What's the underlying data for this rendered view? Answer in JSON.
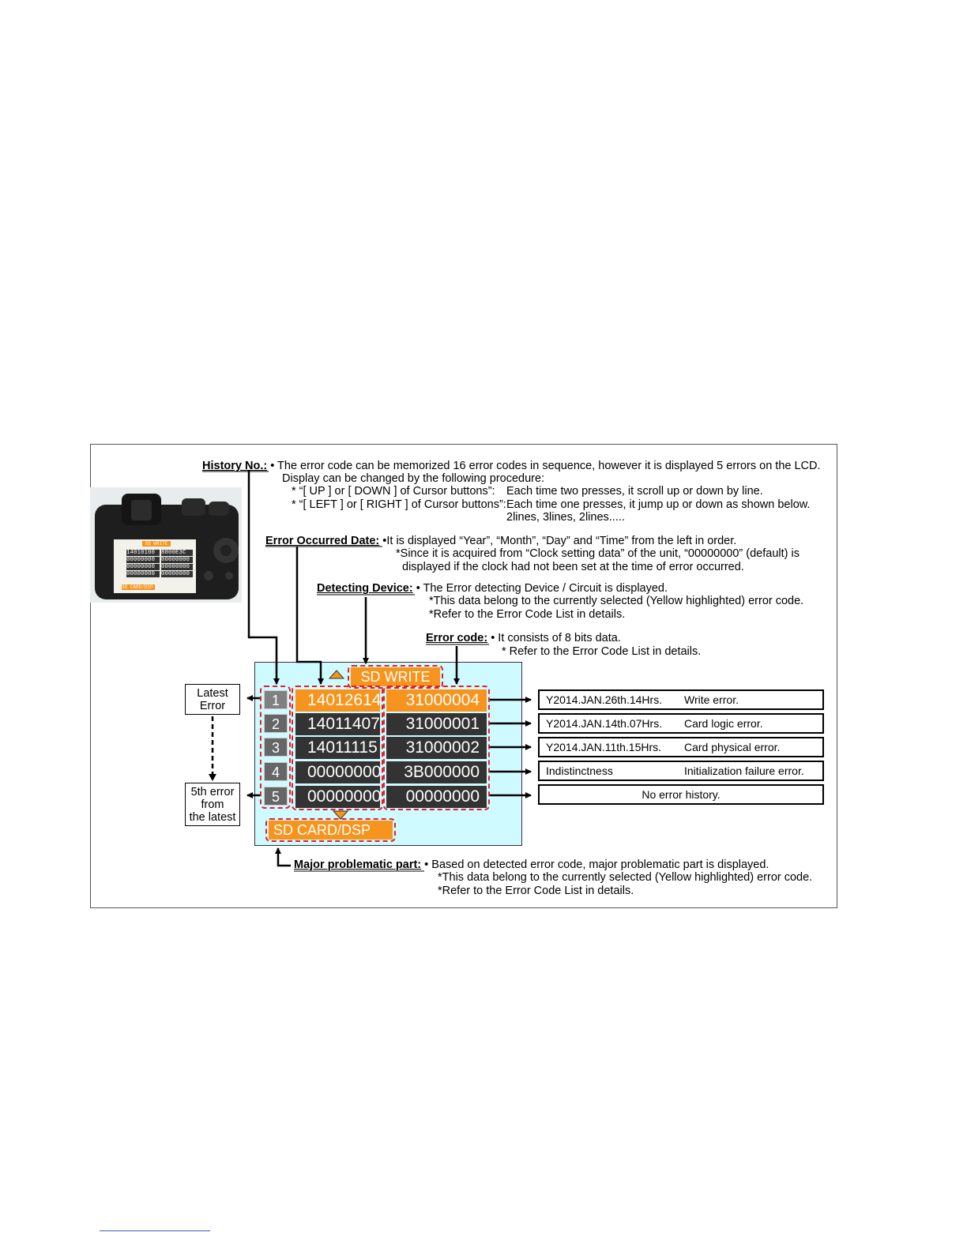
{
  "history": {
    "heading": "History No.:",
    "line1": "• The error code can be memorized 16 error codes in sequence, however it is displayed 5 errors on the LCD.",
    "line2": "Display can be changed by the following procedure:",
    "line3a": "* “[ UP ] or [ DOWN ] of Cursor buttons”:",
    "line3b": "Each time two presses, it scroll up or down by line.",
    "line4a": "* “[ LEFT ] or [ RIGHT ] of Cursor buttons”:",
    "line4b": "Each time one presses, it jump up or down as shown below.",
    "line5": "2lines, 3lines, 2lines....."
  },
  "date": {
    "heading": "Error Occurred Date:",
    "line1": "•It is displayed “Year”, “Month”, “Day” and “Time” from the left in order.",
    "line2": "*Since it is acquired from “Clock setting data” of the unit, “00000000” (default) is",
    "line3": "displayed if the clock had not been set at the time of error occurred."
  },
  "device": {
    "heading": "Detecting Device:",
    "line1": "• The Error detecting Device / Circuit is displayed.",
    "line2": "*This data belong to the currently selected (Yellow highlighted) error code.",
    "line3": "*Refer to the Error Code List in details."
  },
  "code": {
    "heading": "Error code:",
    "line1": "• It consists of 8 bits data.",
    "line2": "* Refer to the Error Code List in details."
  },
  "major": {
    "heading": "Major problematic part:",
    "line1": "• Based on detected error code, major problematic part is displayed.",
    "line2": "*This data belong to the currently selected (Yellow highlighted) error code.",
    "line3": "*Refer to the Error Code List in details."
  },
  "screen": {
    "device_label": "SD WRITE",
    "part_label": "SD CARD/DSP",
    "rows": [
      {
        "no": "1",
        "date": "14012614",
        "code": "31000004"
      },
      {
        "no": "2",
        "date": "14011407",
        "code": "31000001"
      },
      {
        "no": "3",
        "date": "14011115",
        "code": "31000002"
      },
      {
        "no": "4",
        "date": "00000000",
        "code": "3B000000"
      },
      {
        "no": "5",
        "date": "00000000",
        "code": "00000000"
      }
    ]
  },
  "info": [
    {
      "left": "Y2014.JAN.26th.14Hrs.",
      "right": "Write error."
    },
    {
      "left": "Y2014.JAN.14th.07Hrs.",
      "right": "Card logic error."
    },
    {
      "left": "Y2014.JAN.11th.15Hrs.",
      "right": "Card physical error."
    },
    {
      "left": "Indistinctness",
      "right": "Initialization failure error."
    },
    {
      "center": "No error history."
    }
  ],
  "side": {
    "latest_line1": "Latest",
    "latest_line2": "Error",
    "fifth_line1": "5th error",
    "fifth_line2": "from",
    "fifth_line3": "the latest"
  },
  "camera_lcd": {
    "top": "SD WRITE",
    "row1a": "14010100",
    "row1b": "8800E3C",
    "zero": "00000000",
    "bottom": "SD CARD/DSP"
  },
  "colors": {
    "screen_bg": "#cffaff",
    "highlight": "#f7941d",
    "cell_dark": "#333333",
    "dash": "#e2202a"
  }
}
